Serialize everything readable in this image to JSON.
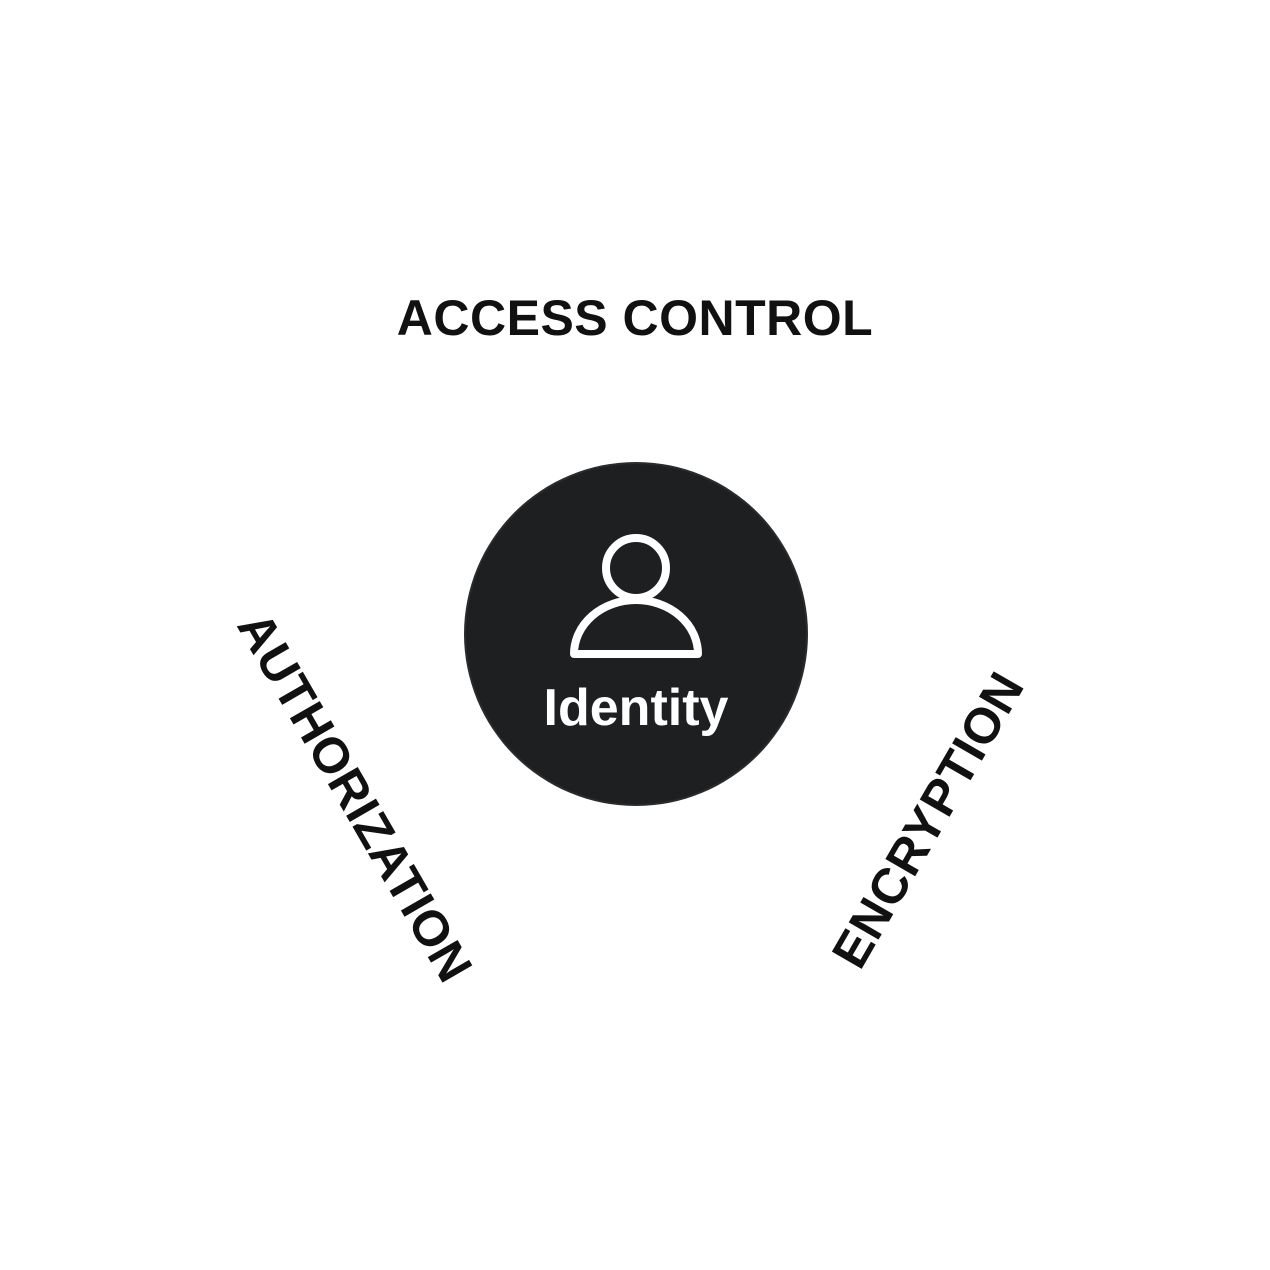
{
  "center": {
    "label": "Identity",
    "icon": "user-icon",
    "fill_color": "#1e1f21",
    "text_color": "#ffffff"
  },
  "labels": {
    "top": "ACCESS CONTROL",
    "left": "AUTHORIZATION",
    "right": "ENCRYPTION"
  },
  "colors": {
    "background": "#ffffff",
    "text": "#111111"
  }
}
